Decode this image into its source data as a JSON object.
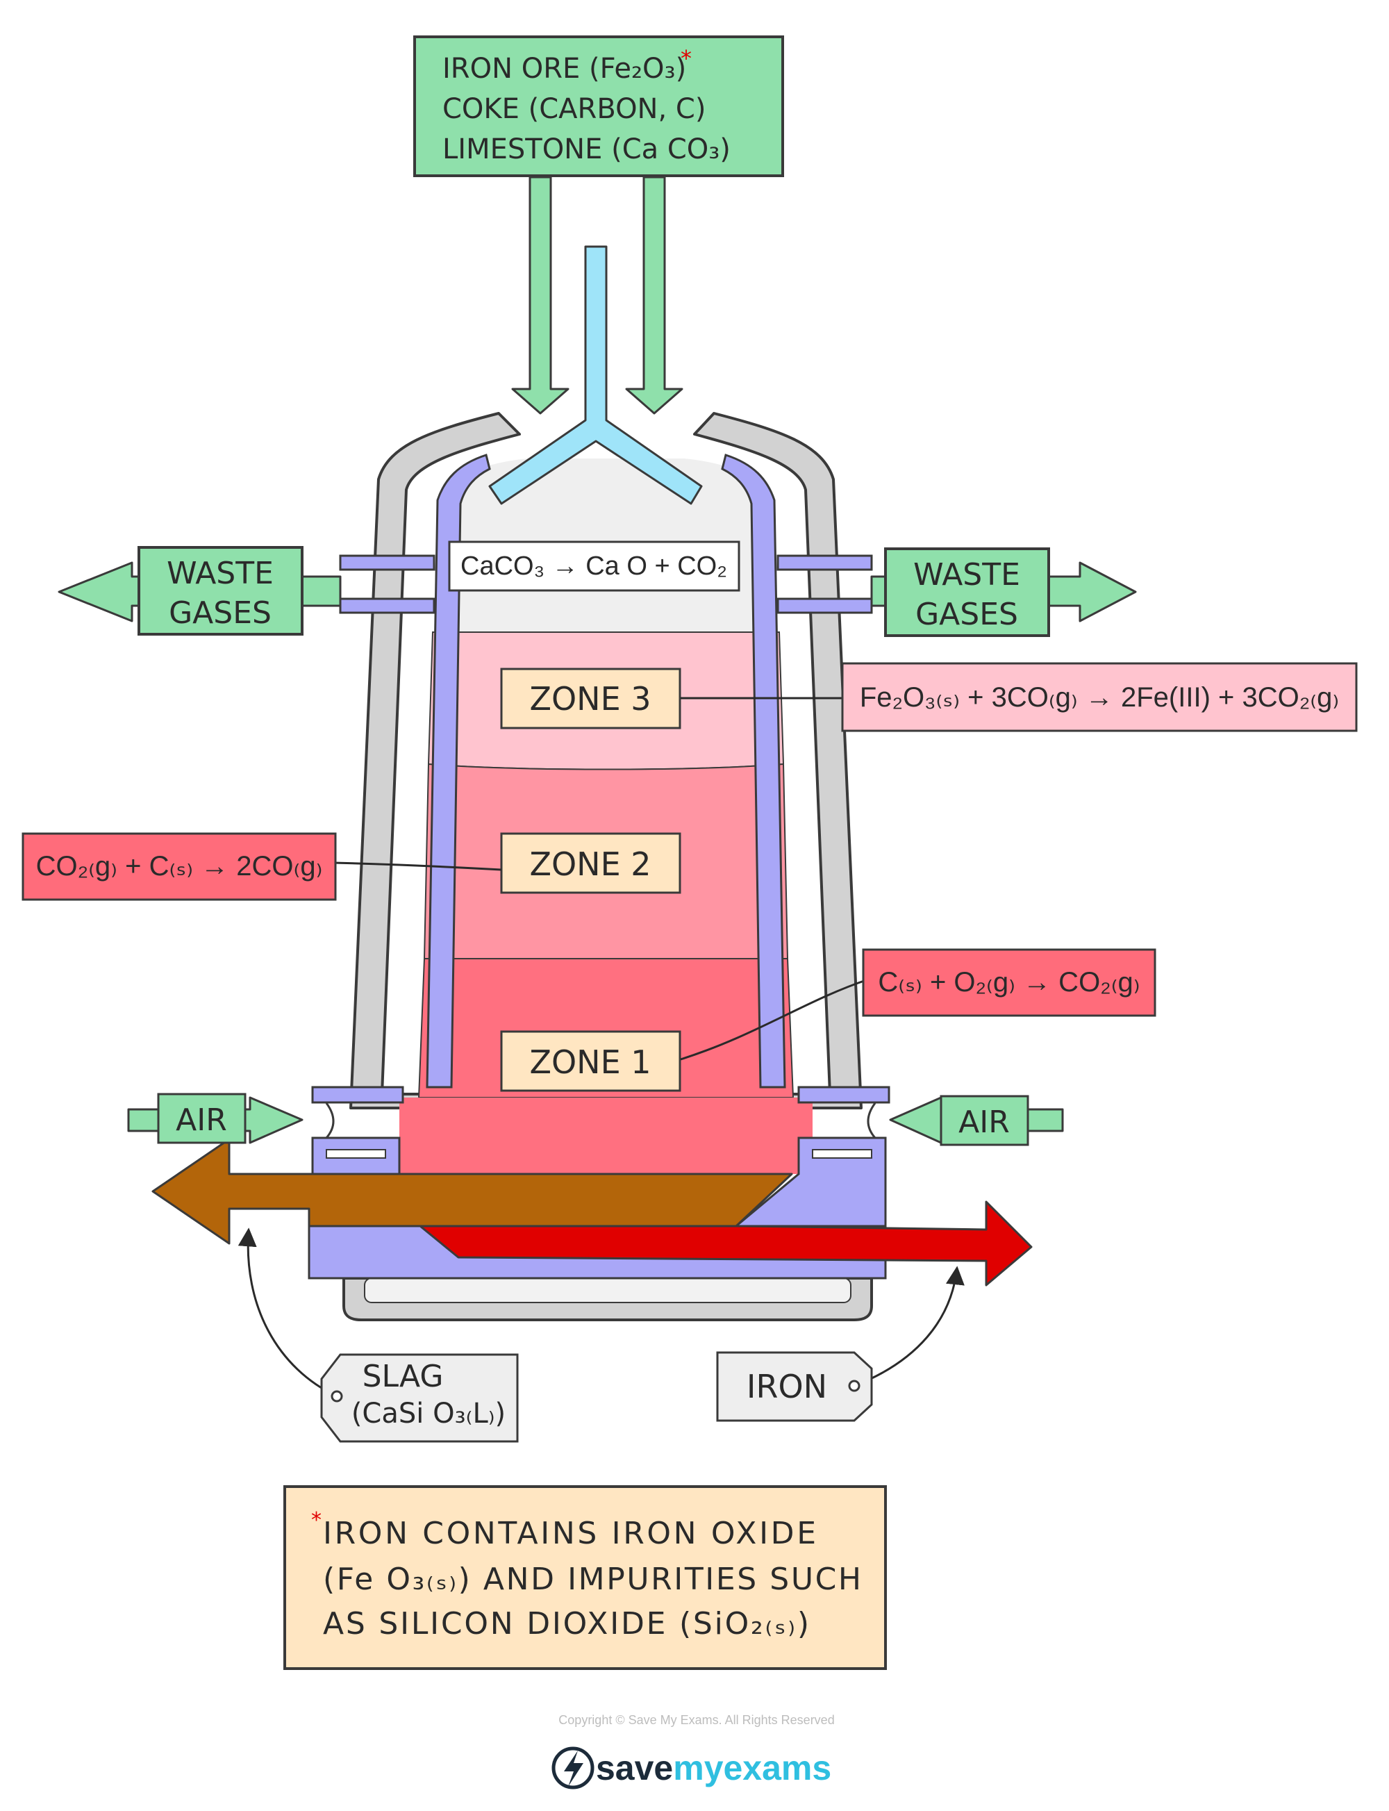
{
  "inputs": {
    "line1": "IRON ORE (Fe₂O₃)",
    "asterisk": "*",
    "line2": "COKE (CARBON, C)",
    "line3": "LIMESTONE (Ca CO₃)"
  },
  "top_equation": "CaCO₃ → Ca O + CO₂",
  "waste_gases": {
    "left": [
      "WASTE",
      "GASES"
    ],
    "right": [
      "WASTE",
      "GASES"
    ]
  },
  "zones": [
    {
      "label": "ZONE 3",
      "equation": "Fe₂O₃₍ₛ₎ + 3CO₍g₎ → 2Fe(III) + 3CO₂₍g₎"
    },
    {
      "label": "ZONE 2",
      "equation": "CO₂₍g₎ + C₍ₛ₎ → 2CO₍g₎"
    },
    {
      "label": "ZONE 1",
      "equation": "C₍ₛ₎ + O₂₍g₎ → CO₂₍g₎"
    }
  ],
  "air": {
    "left": "AIR",
    "right": "AIR"
  },
  "slag": {
    "line1": "SLAG",
    "line2": "(CaSi O₃₍L₎)"
  },
  "iron": "IRON",
  "note": {
    "asterisk": "*",
    "line1": "IRON CONTAINS IRON OXIDE",
    "line2": "(Fe O₃₍ₛ₎) AND IMPURITIES SUCH",
    "line3": "AS SILICON DIOXIDE (SiO₂₍ₛ₎)"
  },
  "copyright": "Copyright © Save My Exams. All Rights Reserved",
  "brand": {
    "save": "save",
    "my": "my",
    "exams": "exams"
  },
  "colors": {
    "green_box": "#8fe0ab",
    "zone1": "#ff7080",
    "zone2": "#ff95a3",
    "zone3": "#ffc4cf",
    "label_box": "#ffe6c2",
    "lining": "#a9a7f7",
    "shell": "#d2d2d2",
    "pipe": "#9fe4f9",
    "slag_arrow": "#b3650a",
    "iron_arrow": "#e00000",
    "eq_red": "#ff6c7b",
    "eq_pink": "#ffc4cf",
    "note_box": "#ffe6c2"
  }
}
